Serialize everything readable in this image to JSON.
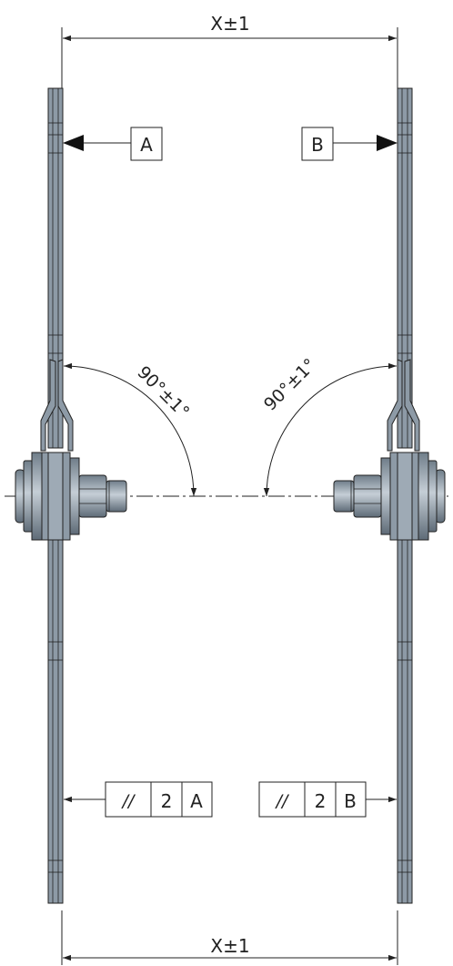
{
  "dimensions": {
    "top_label": "X±1",
    "bottom_label": "X±1"
  },
  "datums": {
    "left": "A",
    "right": "B"
  },
  "angles": {
    "left": "90°±1°",
    "right": "90°±1°"
  },
  "tolerance_frames": [
    {
      "symbol": "//",
      "value": "2",
      "datum": "A"
    },
    {
      "symbol": "//",
      "value": "2",
      "datum": "B"
    }
  ],
  "colors": {
    "metal": "#8d9aa6",
    "line": "#222222"
  }
}
